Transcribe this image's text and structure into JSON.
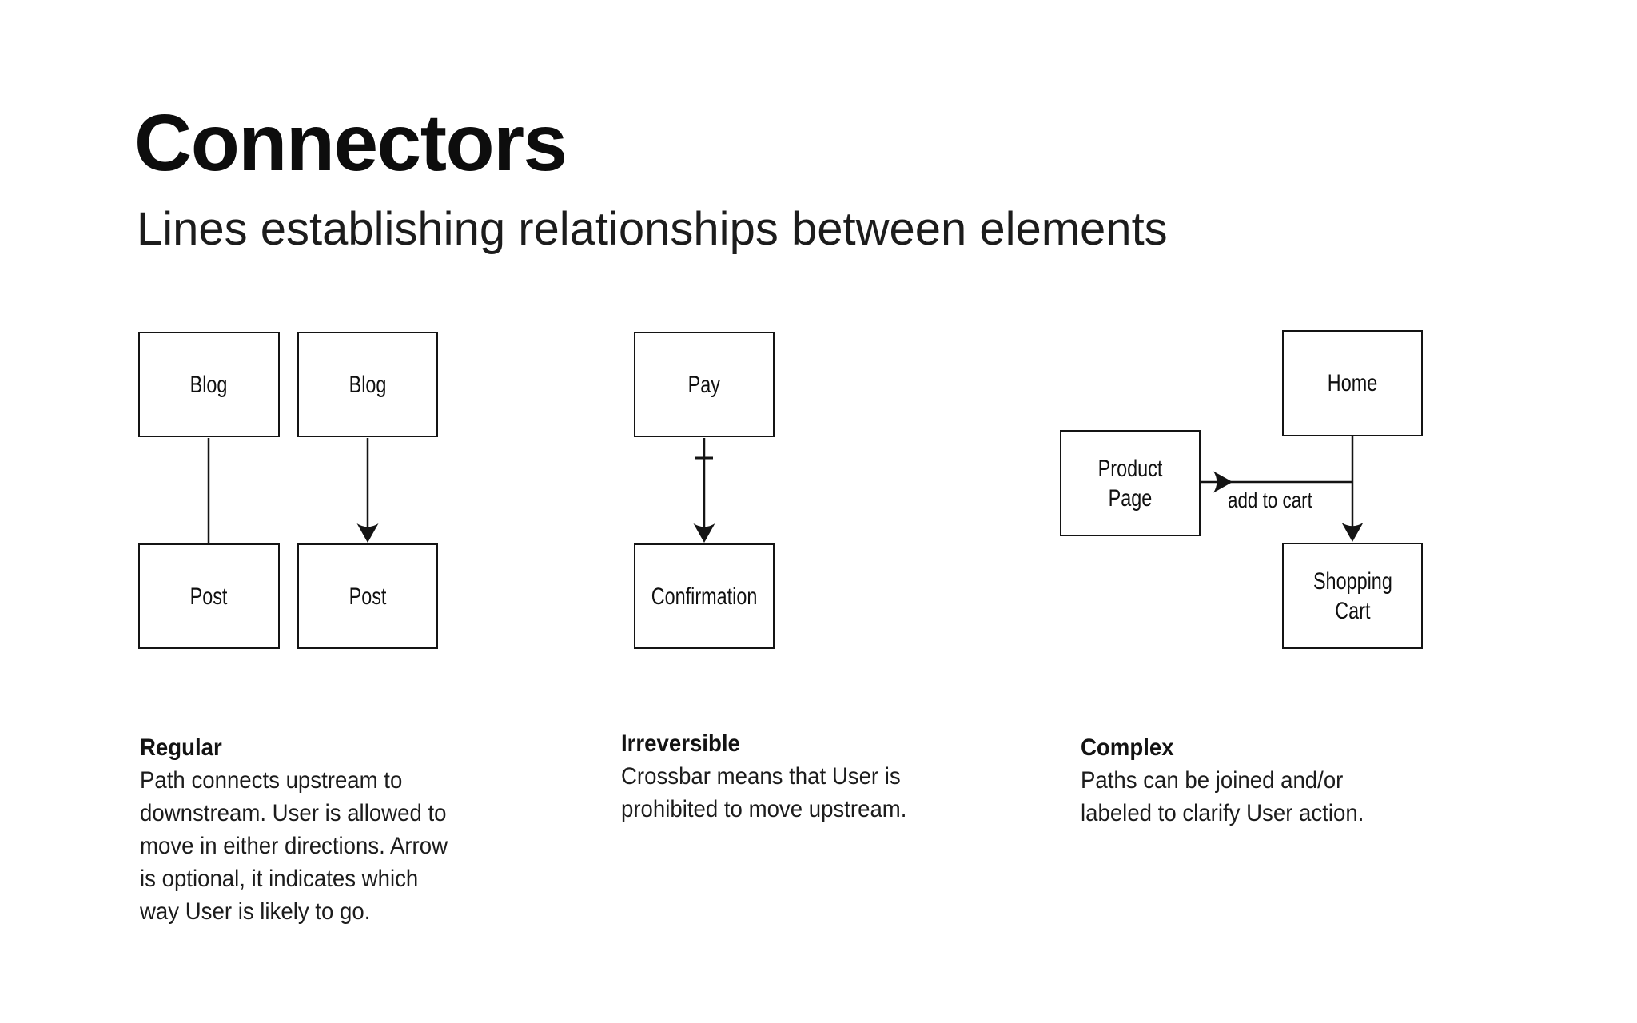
{
  "page": {
    "title": "Connectors",
    "subtitle": "Lines establishing relationships between elements",
    "background": "#ffffff",
    "ink": "#141414"
  },
  "diagram": {
    "regular": {
      "plain_pair": {
        "source": "Blog",
        "target": "Post"
      },
      "arrow_pair": {
        "source": "Blog",
        "target": "Post"
      }
    },
    "irreversible": {
      "source": "Pay",
      "target": "Confirmation"
    },
    "complex": {
      "side": "Product Page",
      "top": "Home",
      "bottom": "Shopping\nCart",
      "edge_label": "add to cart"
    }
  },
  "sections": [
    {
      "heading": "Regular",
      "body": "Path connects upstream to\ndownstream. User is allowed to\nmove in either directions. Arrow\nis optional, it indicates which\nway User is likely to go."
    },
    {
      "heading": "Irreversible",
      "body": "Crossbar means that User is\nprohibited to move upstream."
    },
    {
      "heading": "Complex",
      "body": "Paths can be joined and/or\nlabeled to clarify User action."
    }
  ]
}
